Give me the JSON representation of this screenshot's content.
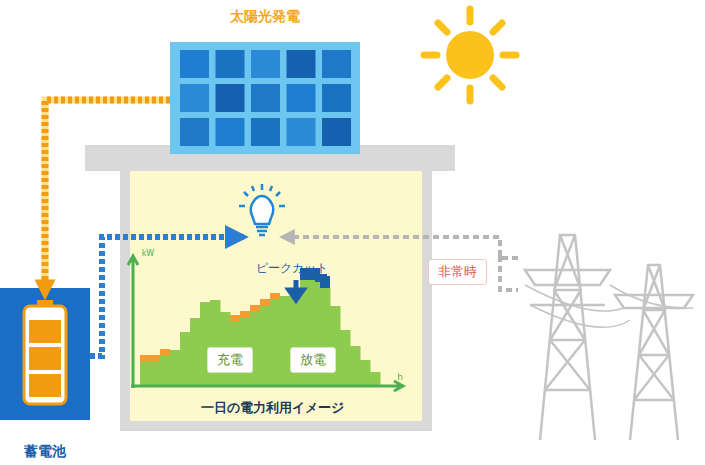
{
  "diagram": {
    "nodes": [
      {
        "text": [
          "太陽光発電"
        ]
      },
      {
        "text": [
          "蓄電池"
        ]
      },
      {
        "text": [
          "非常時"
        ]
      },
      {
        "text": [
          "充電"
        ]
      },
      {
        "text": [
          "放電"
        ]
      }
    ],
    "edges": [
      {
        "from": 0,
        "to": 1,
        "arrow": "to"
      }
    ],
    "labels": [
      "ピークカット",
      "kW",
      "h",
      "一日の電力利用イメージ"
    ]
  }
}
